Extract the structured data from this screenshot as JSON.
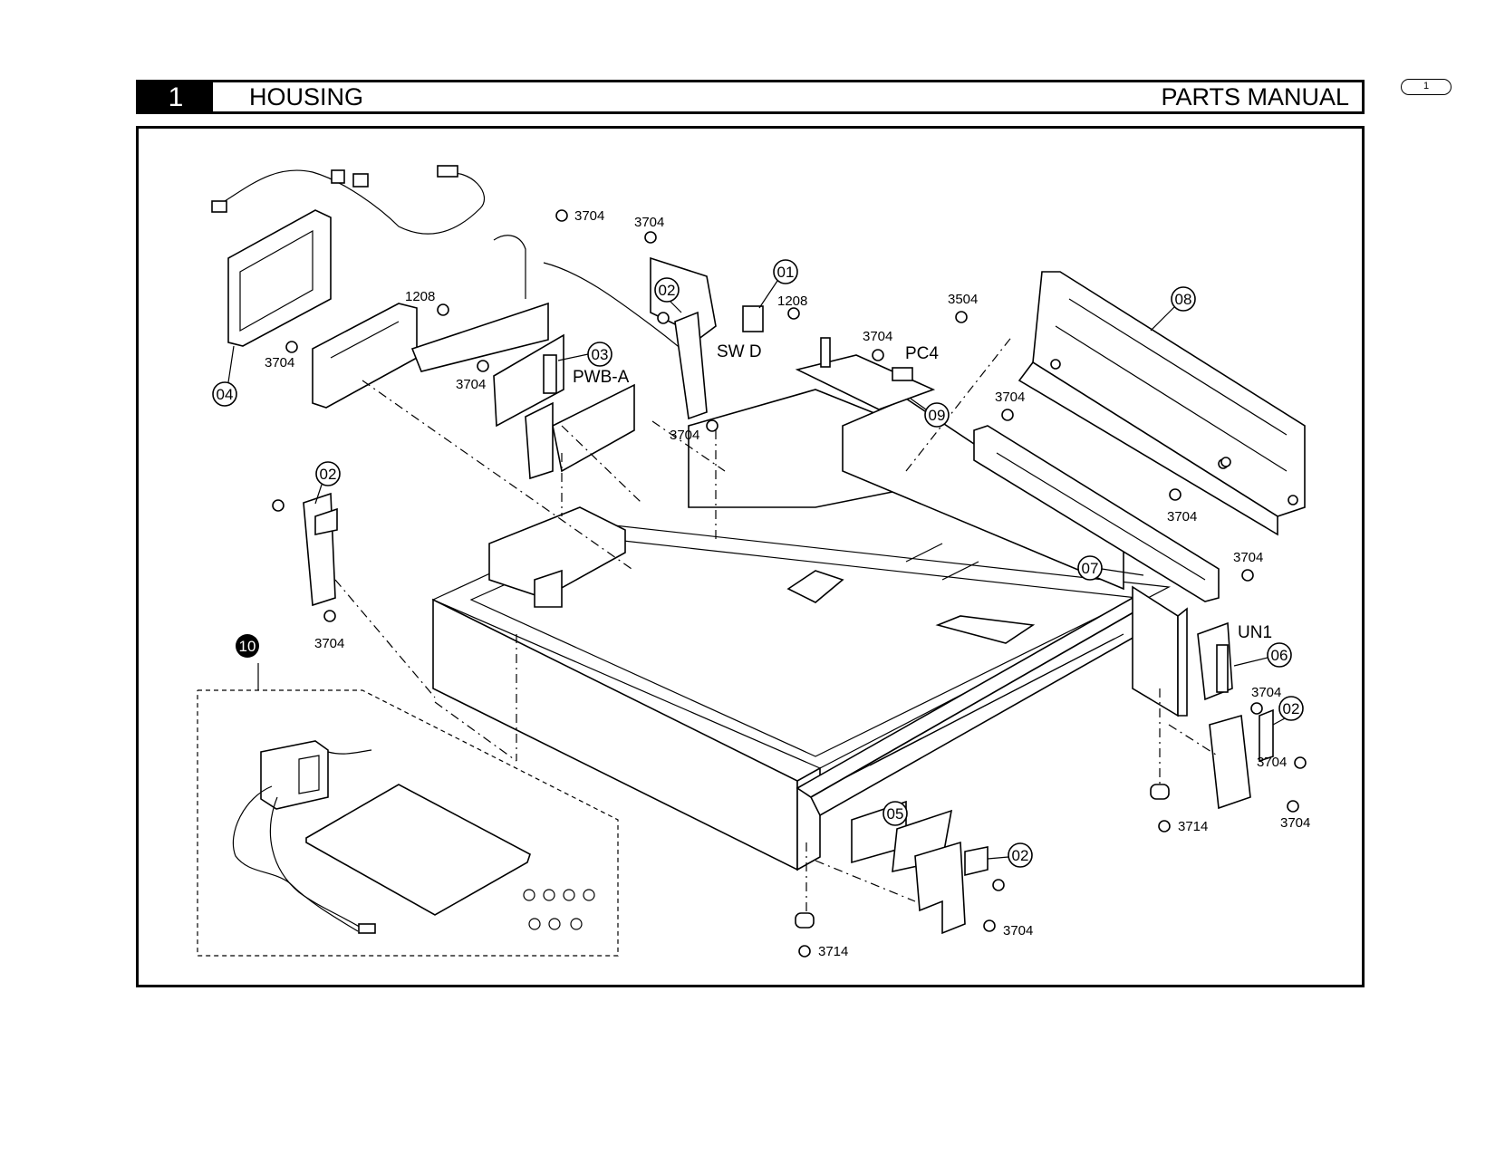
{
  "header": {
    "section_number": "1",
    "section_title": "HOUSING",
    "manual_label": "PARTS MANUAL"
  },
  "page_tab": "1",
  "callouts": {
    "c01": "01",
    "c02a": "02",
    "c02b": "02",
    "c02c": "02",
    "c02d": "02",
    "c03": "03",
    "c04": "04",
    "c05": "05",
    "c06": "06",
    "c07": "07",
    "c08": "08",
    "c09": "09",
    "c10": "10"
  },
  "component_labels": {
    "pwb_a": "PWB-A",
    "sw_d": "SW D",
    "pc4": "PC4",
    "un1": "UN1"
  },
  "screw_codes": {
    "s1": "3704",
    "s2": "3704",
    "s3": "1208",
    "s4": "3704",
    "s5": "3704",
    "s6": "1208",
    "s7": "3704",
    "s8": "3504",
    "s9": "3704",
    "s10": "3704",
    "s11": "3704",
    "s12": "3704",
    "s13": "3704",
    "s14": "3704",
    "s15": "3704",
    "s16": "3704",
    "s17": "3714",
    "s18": "3704",
    "s19": "3714"
  }
}
